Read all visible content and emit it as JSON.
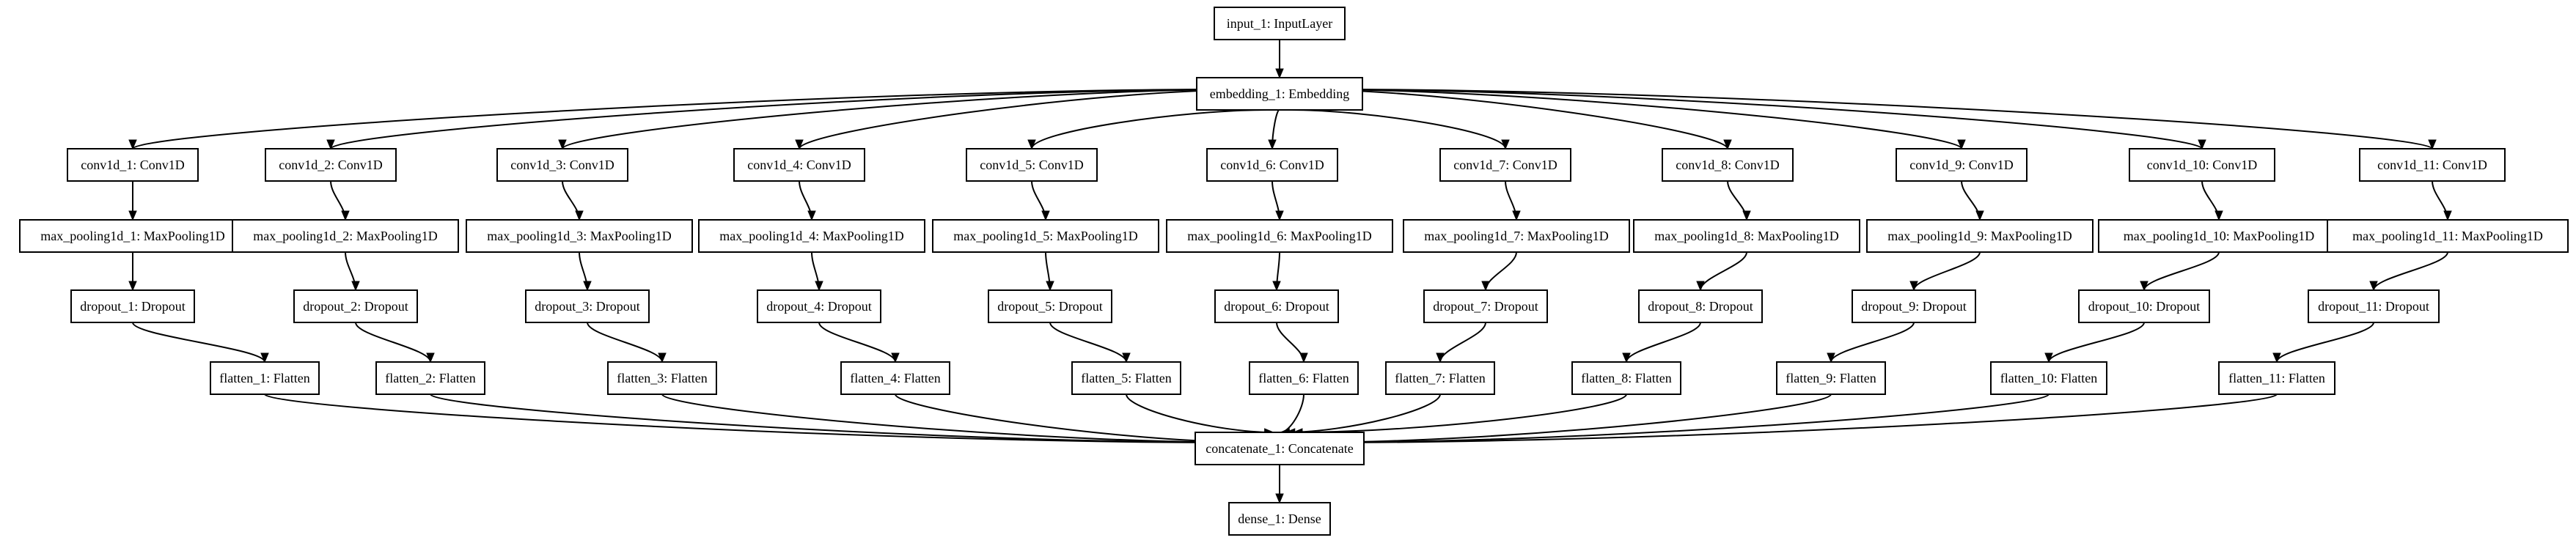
{
  "diagram": {
    "nodes": [
      {
        "id": "input",
        "label": "input_1: InputLayer"
      },
      {
        "id": "embedding",
        "label": "embedding_1: Embedding"
      },
      {
        "id": "conv1",
        "label": "conv1d_1: Conv1D"
      },
      {
        "id": "conv2",
        "label": "conv1d_2: Conv1D"
      },
      {
        "id": "conv3",
        "label": "conv1d_3: Conv1D"
      },
      {
        "id": "conv4",
        "label": "conv1d_4: Conv1D"
      },
      {
        "id": "conv5",
        "label": "conv1d_5: Conv1D"
      },
      {
        "id": "conv6",
        "label": "conv1d_6: Conv1D"
      },
      {
        "id": "conv7",
        "label": "conv1d_7: Conv1D"
      },
      {
        "id": "conv8",
        "label": "conv1d_8: Conv1D"
      },
      {
        "id": "conv9",
        "label": "conv1d_9: Conv1D"
      },
      {
        "id": "conv10",
        "label": "conv1d_10: Conv1D"
      },
      {
        "id": "conv11",
        "label": "conv1d_11: Conv1D"
      },
      {
        "id": "pool1",
        "label": "max_pooling1d_1: MaxPooling1D"
      },
      {
        "id": "pool2",
        "label": "max_pooling1d_2: MaxPooling1D"
      },
      {
        "id": "pool3",
        "label": "max_pooling1d_3: MaxPooling1D"
      },
      {
        "id": "pool4",
        "label": "max_pooling1d_4: MaxPooling1D"
      },
      {
        "id": "pool5",
        "label": "max_pooling1d_5: MaxPooling1D"
      },
      {
        "id": "pool6",
        "label": "max_pooling1d_6: MaxPooling1D"
      },
      {
        "id": "pool7",
        "label": "max_pooling1d_7: MaxPooling1D"
      },
      {
        "id": "pool8",
        "label": "max_pooling1d_8: MaxPooling1D"
      },
      {
        "id": "pool9",
        "label": "max_pooling1d_9: MaxPooling1D"
      },
      {
        "id": "pool10",
        "label": "max_pooling1d_10: MaxPooling1D"
      },
      {
        "id": "pool11",
        "label": "max_pooling1d_11: MaxPooling1D"
      },
      {
        "id": "drop1",
        "label": "dropout_1: Dropout"
      },
      {
        "id": "drop2",
        "label": "dropout_2: Dropout"
      },
      {
        "id": "drop3",
        "label": "dropout_3: Dropout"
      },
      {
        "id": "drop4",
        "label": "dropout_4: Dropout"
      },
      {
        "id": "drop5",
        "label": "dropout_5: Dropout"
      },
      {
        "id": "drop6",
        "label": "dropout_6: Dropout"
      },
      {
        "id": "drop7",
        "label": "dropout_7: Dropout"
      },
      {
        "id": "drop8",
        "label": "dropout_8: Dropout"
      },
      {
        "id": "drop9",
        "label": "dropout_9: Dropout"
      },
      {
        "id": "drop10",
        "label": "dropout_10: Dropout"
      },
      {
        "id": "drop11",
        "label": "dropout_11: Dropout"
      },
      {
        "id": "flat1",
        "label": "flatten_1: Flatten"
      },
      {
        "id": "flat2",
        "label": "flatten_2: Flatten"
      },
      {
        "id": "flat3",
        "label": "flatten_3: Flatten"
      },
      {
        "id": "flat4",
        "label": "flatten_4: Flatten"
      },
      {
        "id": "flat5",
        "label": "flatten_5: Flatten"
      },
      {
        "id": "flat6",
        "label": "flatten_6: Flatten"
      },
      {
        "id": "flat7",
        "label": "flatten_7: Flatten"
      },
      {
        "id": "flat8",
        "label": "flatten_8: Flatten"
      },
      {
        "id": "flat9",
        "label": "flatten_9: Flatten"
      },
      {
        "id": "flat10",
        "label": "flatten_10: Flatten"
      },
      {
        "id": "flat11",
        "label": "flatten_11: Flatten"
      },
      {
        "id": "concat",
        "label": "concatenate_1: Concatenate"
      },
      {
        "id": "dense",
        "label": "dense_1: Dense"
      }
    ],
    "edges": [
      [
        "input",
        "embedding"
      ],
      [
        "embedding",
        "conv1"
      ],
      [
        "embedding",
        "conv2"
      ],
      [
        "embedding",
        "conv3"
      ],
      [
        "embedding",
        "conv4"
      ],
      [
        "embedding",
        "conv5"
      ],
      [
        "embedding",
        "conv6"
      ],
      [
        "embedding",
        "conv7"
      ],
      [
        "embedding",
        "conv8"
      ],
      [
        "embedding",
        "conv9"
      ],
      [
        "embedding",
        "conv10"
      ],
      [
        "embedding",
        "conv11"
      ],
      [
        "conv1",
        "pool1"
      ],
      [
        "conv2",
        "pool2"
      ],
      [
        "conv3",
        "pool3"
      ],
      [
        "conv4",
        "pool4"
      ],
      [
        "conv5",
        "pool5"
      ],
      [
        "conv6",
        "pool6"
      ],
      [
        "conv7",
        "pool7"
      ],
      [
        "conv8",
        "pool8"
      ],
      [
        "conv9",
        "pool9"
      ],
      [
        "conv10",
        "pool10"
      ],
      [
        "conv11",
        "pool11"
      ],
      [
        "pool1",
        "drop1"
      ],
      [
        "pool2",
        "drop2"
      ],
      [
        "pool3",
        "drop3"
      ],
      [
        "pool4",
        "drop4"
      ],
      [
        "pool5",
        "drop5"
      ],
      [
        "pool6",
        "drop6"
      ],
      [
        "pool7",
        "drop7"
      ],
      [
        "pool8",
        "drop8"
      ],
      [
        "pool9",
        "drop9"
      ],
      [
        "pool10",
        "drop10"
      ],
      [
        "pool11",
        "drop11"
      ],
      [
        "drop1",
        "flat1"
      ],
      [
        "drop2",
        "flat2"
      ],
      [
        "drop3",
        "flat3"
      ],
      [
        "drop4",
        "flat4"
      ],
      [
        "drop5",
        "flat5"
      ],
      [
        "drop6",
        "flat6"
      ],
      [
        "drop7",
        "flat7"
      ],
      [
        "drop8",
        "flat8"
      ],
      [
        "drop9",
        "flat9"
      ],
      [
        "drop10",
        "flat10"
      ],
      [
        "drop11",
        "flat11"
      ],
      [
        "flat1",
        "concat"
      ],
      [
        "flat2",
        "concat"
      ],
      [
        "flat3",
        "concat"
      ],
      [
        "flat4",
        "concat"
      ],
      [
        "flat5",
        "concat"
      ],
      [
        "flat6",
        "concat"
      ],
      [
        "flat7",
        "concat"
      ],
      [
        "flat8",
        "concat"
      ],
      [
        "flat9",
        "concat"
      ],
      [
        "flat10",
        "concat"
      ],
      [
        "flat11",
        "concat"
      ],
      [
        "concat",
        "dense"
      ]
    ]
  }
}
